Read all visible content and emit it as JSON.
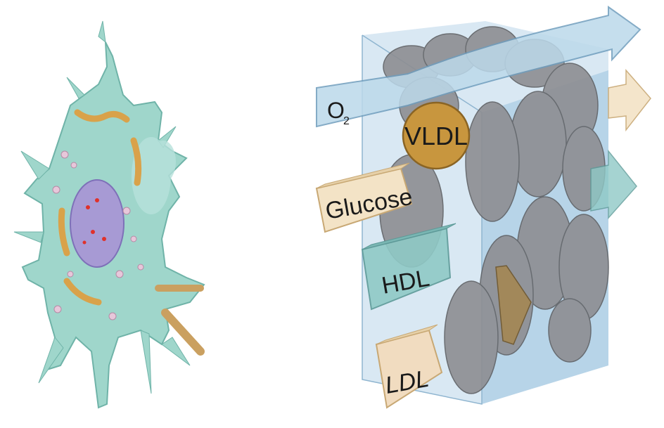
{
  "diagram": {
    "arrows": [
      {
        "label": "O",
        "subscript": "2",
        "color": "#bcd9ea",
        "icon": "outgoing-arrow"
      },
      {
        "label": "Glucose",
        "color": "#f3e3c6",
        "icon": "incoming-arrow"
      },
      {
        "label": "HDL",
        "color": "#8fc9c6",
        "icon": "incoming-arrow"
      },
      {
        "label": "LDL",
        "color": "#f1dcc0",
        "icon": "incoming-arrow"
      }
    ],
    "bubble": {
      "label": "VLDL",
      "color": "#c8963e"
    },
    "colors": {
      "box_front": "#a9cde6",
      "box_side": "#9bc3df",
      "cell_membrane": "#8fcfc4",
      "nucleus": "#a79ad4",
      "golgi": "#d9a24a",
      "spheroid": "#8d8e92"
    }
  }
}
